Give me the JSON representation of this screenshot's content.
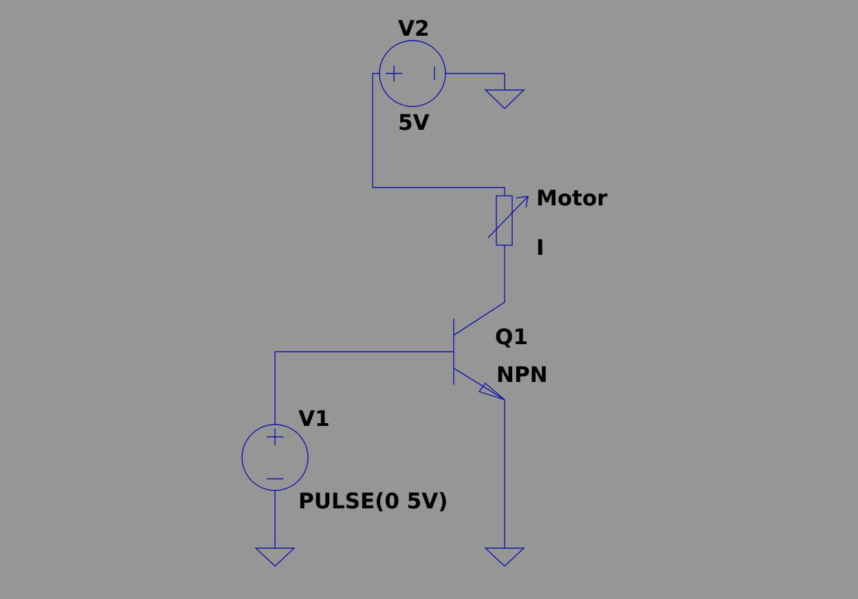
{
  "schematic": {
    "background": "#969696",
    "wire_color": "#1414a6",
    "label_color": "#000000",
    "components": {
      "v2": {
        "name": "V2",
        "value": "5V"
      },
      "v1": {
        "name": "V1",
        "value": "PULSE(0 5V)"
      },
      "q1": {
        "name": "Q1",
        "value": "NPN"
      },
      "motor": {
        "name": "Motor",
        "value": "I"
      }
    }
  }
}
